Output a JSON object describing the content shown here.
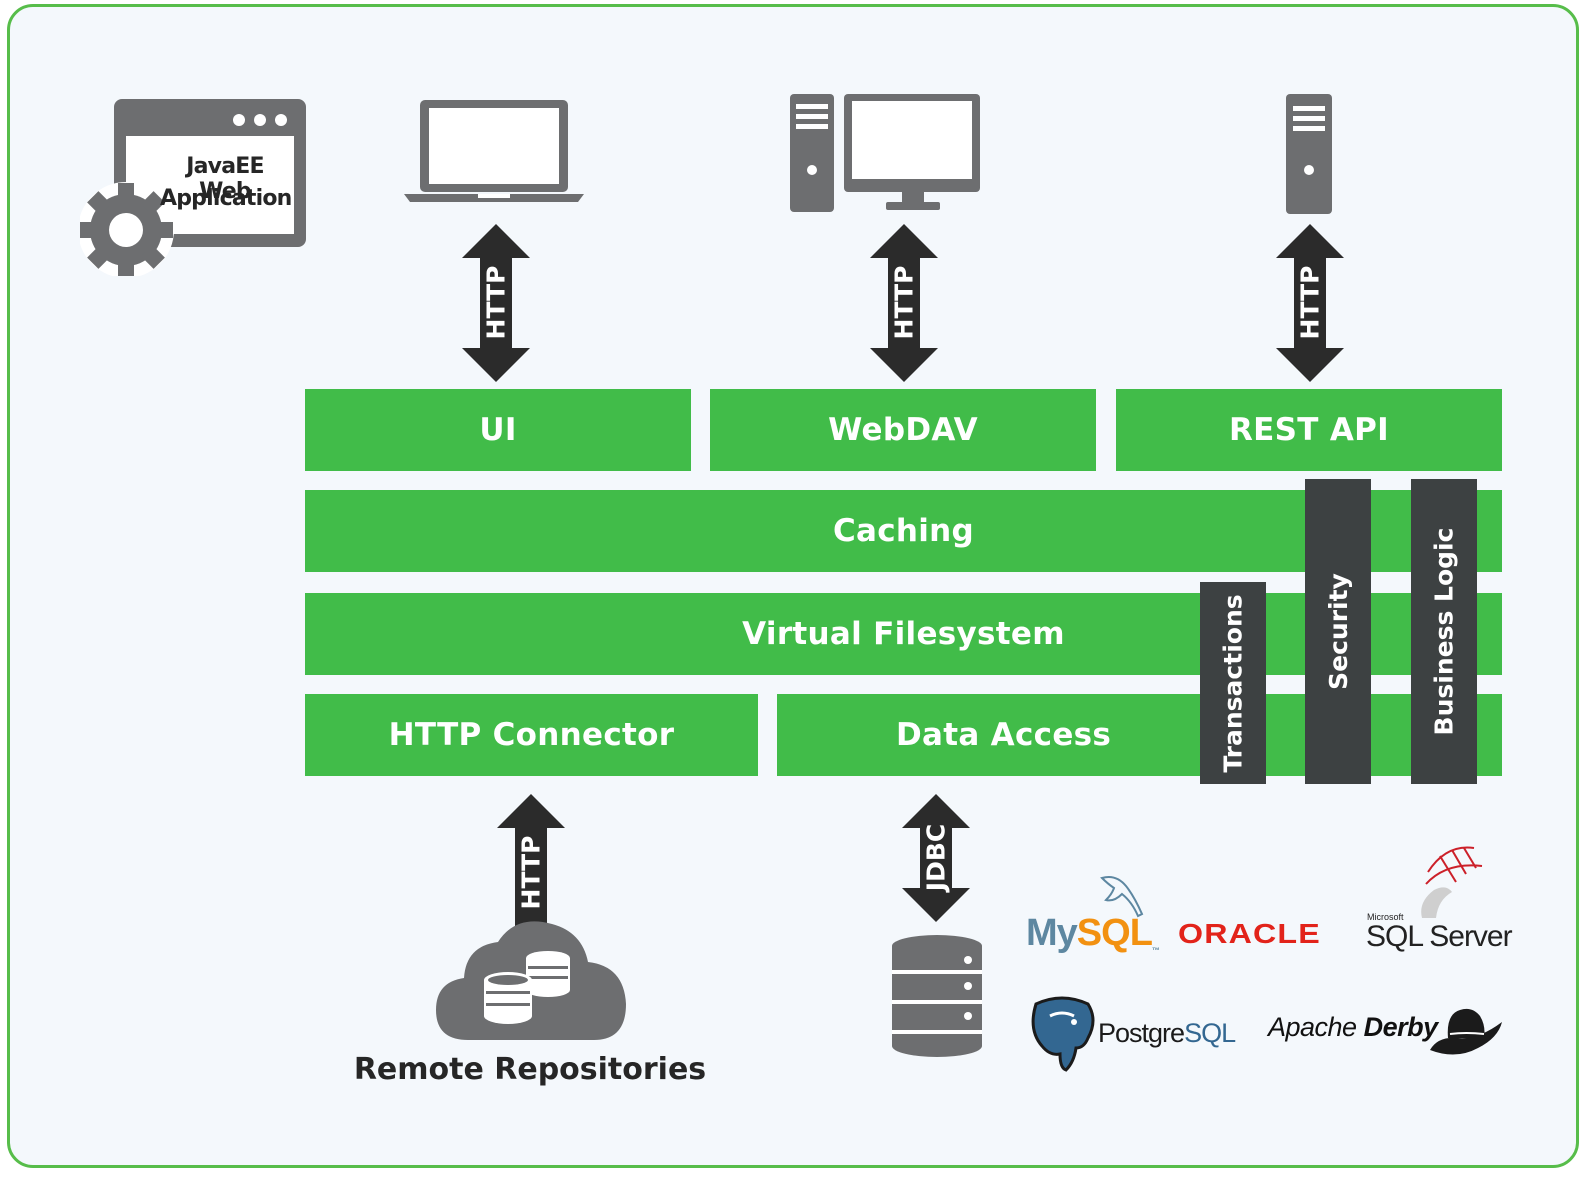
{
  "app_box": {
    "line1": "JavaEE Web",
    "line2": "Application"
  },
  "layers": {
    "ui": "UI",
    "webdav": "WebDAV",
    "rest_api": "REST API",
    "caching": "Caching",
    "virtual_fs": "Virtual Filesystem",
    "http_connector": "HTTP Connector",
    "data_access": "Data Access"
  },
  "cross_cutting": {
    "transactions": "Transactions",
    "security": "Security",
    "business_logic": "Business Logic"
  },
  "arrows": {
    "ui": "HTTP",
    "webdav": "HTTP",
    "rest": "HTTP",
    "remote": "HTTP",
    "jdbc": "JDBC"
  },
  "remote_label": "Remote Repositories",
  "databases": {
    "mysql": {
      "my": "My",
      "sql": "SQL",
      "tm": "™"
    },
    "oracle": "ORACLE",
    "sqlserver": {
      "microsoft": "Microsoft",
      "name": "SQL Server"
    },
    "postgres": {
      "postgre": "Postgre",
      "sql": "SQL"
    },
    "derby": {
      "apache": "Apache",
      "derby": "Derby"
    }
  },
  "icons": {
    "app": "app-window-gear-icon",
    "client1": "laptop-icon",
    "client2": "desktop-computer-icon",
    "client3": "server-tower-icon",
    "remote": "cloud-database-icon",
    "db": "database-icon"
  },
  "colors": {
    "green": "#41bc49",
    "dark_bar": "#3d4142",
    "arrow": "#2b2b2b",
    "icon_gray": "#6d6e70",
    "border": "#57bd4a"
  }
}
